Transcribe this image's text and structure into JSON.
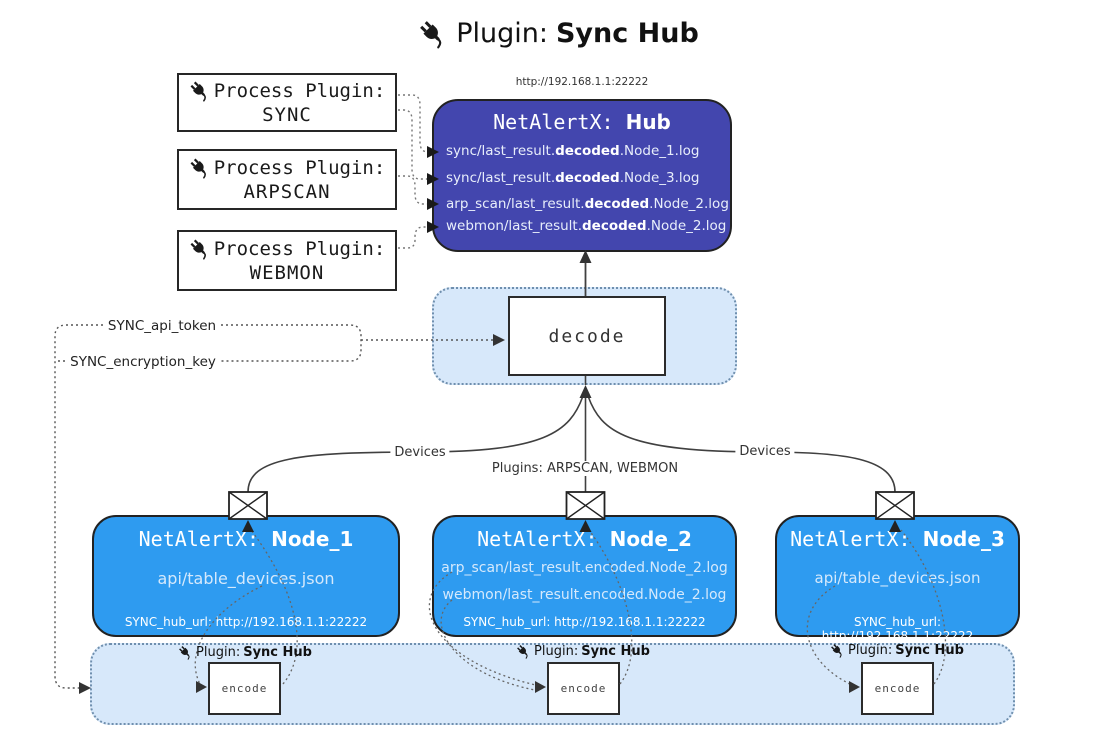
{
  "title": {
    "prefix": "Plugin:",
    "name": "Sync Hub"
  },
  "hub": {
    "url": "http://192.168.1.1:22222",
    "title_prefix": "NetAlertX: ",
    "title_name": "Hub",
    "lines": [
      {
        "pre": "sync/last_result.",
        "bold": "decoded",
        "post": ".Node_1.log"
      },
      {
        "pre": "sync/last_result.",
        "bold": "decoded",
        "post": ".Node_3.log"
      },
      {
        "pre": "arp_scan/last_result.",
        "bold": "decoded",
        "post": ".Node_2.log"
      },
      {
        "pre": "webmon/last_result.",
        "bold": "decoded",
        "post": ".Node_2.log"
      }
    ]
  },
  "process_plugins": [
    {
      "label": "Process Plugin:",
      "name": "SYNC"
    },
    {
      "label": "Process Plugin:",
      "name": "ARPSCAN"
    },
    {
      "label": "Process Plugin:",
      "name": "WEBMON"
    }
  ],
  "decode": {
    "label": "decode"
  },
  "keys": {
    "api_token": "SYNC_api_token",
    "encryption_key": "SYNC_encryption_key"
  },
  "edges": {
    "devices_left": "Devices",
    "devices_right": "Devices",
    "plugins": "Plugins: ARPSCAN, WEBMON"
  },
  "nodes": [
    {
      "title_prefix": "NetAlertX: ",
      "title_name": "Node_1",
      "files": [
        "api/table_devices.json"
      ],
      "hub_url": "SYNC_hub_url: http://192.168.1.1:22222"
    },
    {
      "title_prefix": "NetAlertX: ",
      "title_name": "Node_2",
      "files": [
        "arp_scan/last_result.encoded.Node_2.log",
        "webmon/last_result.encoded.Node_2.log"
      ],
      "hub_url": "SYNC_hub_url: http://192.168.1.1:22222"
    },
    {
      "title_prefix": "NetAlertX: ",
      "title_name": "Node_3",
      "files": [
        "api/table_devices.json"
      ],
      "hub_url": "SYNC_hub_url: http://192.168.1.1:22222"
    }
  ],
  "encoders": [
    {
      "plugin_prefix": "Plugin:",
      "plugin_name": "Sync Hub",
      "label": "encode"
    },
    {
      "plugin_prefix": "Plugin:",
      "plugin_name": "Sync Hub",
      "label": "encode"
    },
    {
      "plugin_prefix": "Plugin:",
      "plugin_name": "Sync Hub",
      "label": "encode"
    }
  ],
  "colors": {
    "hub_fill": "#4346ae",
    "node_fill": "#2e9bf0",
    "panel_fill": "#d7e8fa",
    "text_on_dark": "#ffffff",
    "file_text": "#d5e9fc"
  }
}
